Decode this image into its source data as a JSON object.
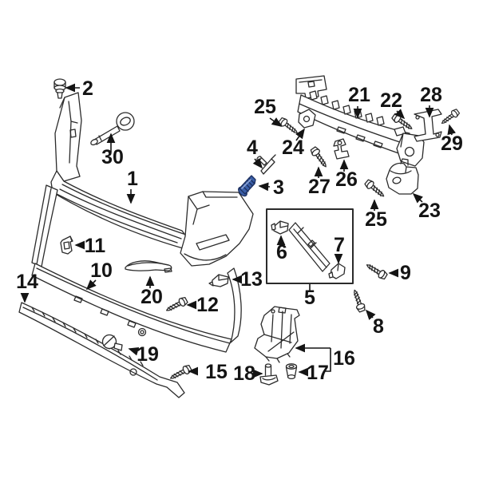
{
  "diagram": {
    "kind": "exploded-parts-diagram",
    "subject": "rear bumper assembly",
    "background_color": "#ffffff",
    "line_color": "#2b2b2b",
    "label_color": "#141414",
    "highlight": {
      "selected_callout": "3",
      "fill": "#3a5fa8",
      "stroke": "#1d3060",
      "light": "#8aa3d6"
    },
    "callouts": [
      {
        "label": "1"
      },
      {
        "label": "2"
      },
      {
        "label": "3",
        "highlighted": true
      },
      {
        "label": "4"
      },
      {
        "label": "5"
      },
      {
        "label": "6"
      },
      {
        "label": "7"
      },
      {
        "label": "8"
      },
      {
        "label": "9"
      },
      {
        "label": "10"
      },
      {
        "label": "11"
      },
      {
        "label": "12"
      },
      {
        "label": "13"
      },
      {
        "label": "14"
      },
      {
        "label": "15"
      },
      {
        "label": "16"
      },
      {
        "label": "17"
      },
      {
        "label": "18"
      },
      {
        "label": "19"
      },
      {
        "label": "20"
      },
      {
        "label": "21"
      },
      {
        "label": "22"
      },
      {
        "label": "23"
      },
      {
        "label": "24"
      },
      {
        "label": "25"
      },
      {
        "label": "25"
      },
      {
        "label": "26"
      },
      {
        "label": "27"
      },
      {
        "label": "28"
      },
      {
        "label": "29"
      },
      {
        "label": "30"
      }
    ]
  }
}
